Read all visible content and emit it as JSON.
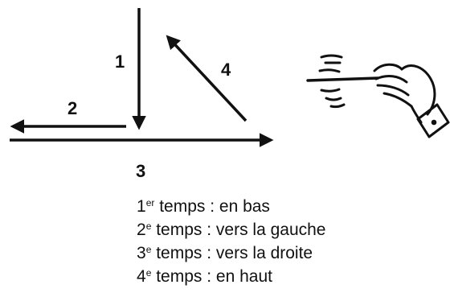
{
  "diagram": {
    "strokes": [
      {
        "number": "1"
      },
      {
        "number": "2"
      },
      {
        "number": "3"
      },
      {
        "number": "4"
      }
    ],
    "legend": [
      {
        "num": "1",
        "sup": "er",
        "text": " temps : en bas"
      },
      {
        "num": "2",
        "sup": "e",
        "text": " temps : vers la gauche"
      },
      {
        "num": "3",
        "sup": "e",
        "text": " temps : vers la droite"
      },
      {
        "num": "4",
        "sup": "e",
        "text": " temps : en haut"
      }
    ],
    "hand_icon": "conducting-hand-icon",
    "colors": {
      "stroke": "#111111",
      "background": "#ffffff"
    }
  }
}
